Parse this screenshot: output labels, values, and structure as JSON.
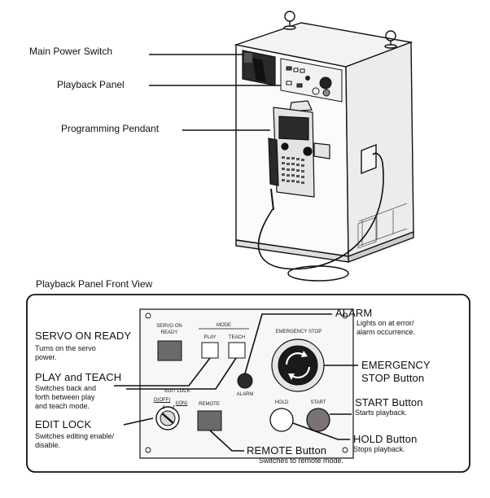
{
  "top_callouts": {
    "main_power_switch": "Main Power Switch",
    "playback_panel": "Playback Panel",
    "programming_pendant": "Programming Pendant"
  },
  "section_title": "Playback Panel Front View",
  "callouts": {
    "servo_on_ready": {
      "title": "SERVO ON READY",
      "desc_1": "Turns on the servo",
      "desc_2": "power."
    },
    "play_teach": {
      "title": "PLAY and TEACH",
      "desc_1": "Switches back and",
      "desc_2": "forth between play",
      "desc_3": "and teach mode."
    },
    "edit_lock": {
      "title": "EDIT LOCK",
      "desc_1": "Switches editing enable/",
      "desc_2": "disable."
    },
    "alarm": {
      "title": "ALARM",
      "desc_1": "Lights on at error/",
      "desc_2": "alarm occurrence."
    },
    "emergency_stop": {
      "title_1": "EMERGENCY",
      "title_2": "STOP Button"
    },
    "start": {
      "title": "START Button",
      "desc_1": "Starts playback."
    },
    "hold": {
      "title": "HOLD Button",
      "desc_1": "Stops playback."
    },
    "remote": {
      "title": "REMOTE Button",
      "desc_1": "Switches to remote mode."
    }
  },
  "panel_labels": {
    "servo_on_1": "SERVO ON",
    "servo_on_2": "READY",
    "mode": "MODE",
    "play": "PLAY",
    "teach": "TEACH",
    "emergency_stop": "EMERGENCY STOP",
    "edit_lock": "EDIT LOCK",
    "off": "O(OFF)",
    "on": "I(ON)",
    "remote": "REMOTE",
    "alarm": "ALARM",
    "hold": "HOLD",
    "start": "START"
  },
  "colors": {
    "line": "#111111",
    "button_gray": "#6a6a6a",
    "start_red": "#7b7373",
    "emergency_black": "#1a1a1a"
  }
}
